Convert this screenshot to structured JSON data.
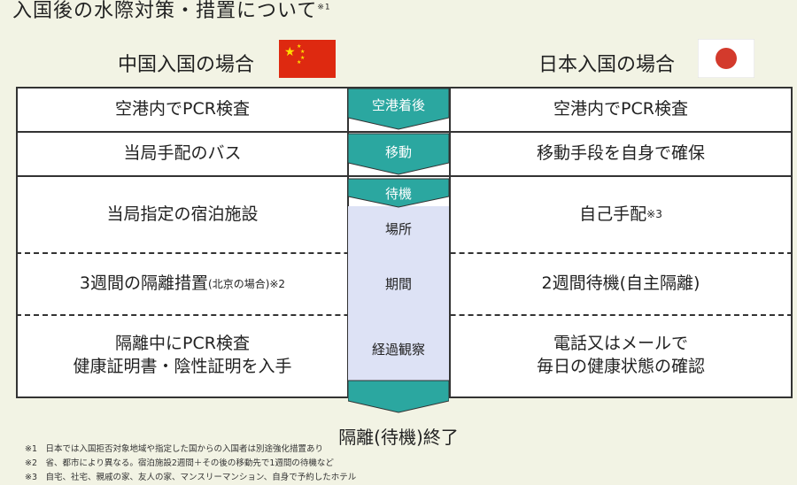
{
  "title": "入国後の水際対策・措置について",
  "title_note": "※1",
  "china": {
    "heading": "中国入国の場合",
    "rows": [
      "空港内でPCR検査",
      "当局手配のバス",
      "当局指定の宿泊施設",
      "3週間の隔離措置",
      "(北京の場合)※2",
      "隔離中にPCR検査",
      "健康証明書・陰性証明を入手"
    ]
  },
  "japan": {
    "heading": "日本入国の場合",
    "rows": [
      "空港内でPCR検査",
      "移動手段を自身で確保",
      "自己手配",
      "※3",
      "2週間待機(自主隔離)",
      "電話又はメールで",
      "毎日の健康状態の確認"
    ]
  },
  "middle": {
    "stages": [
      "空港着後",
      "移動",
      "待機"
    ],
    "sub": [
      "場所",
      "期間",
      "経過観察"
    ]
  },
  "end": "隔離(待機)終了",
  "footnotes": [
    "※1　日本では入国拒否対象地域や指定した国からの入国者は別途強化措置あり",
    "※2　省、都市により異なる。宿泊施設2週間＋その後の移動先で1週間の待機など",
    "※3　自宅、社宅、親戚の家、友人の家、マンスリーマンション、自身で予約したホテル"
  ],
  "colors": {
    "teal": "#2ba7a0",
    "lavender": "#dde2f5",
    "china_red": "#de2910",
    "japan_red": "#d33a2c"
  }
}
